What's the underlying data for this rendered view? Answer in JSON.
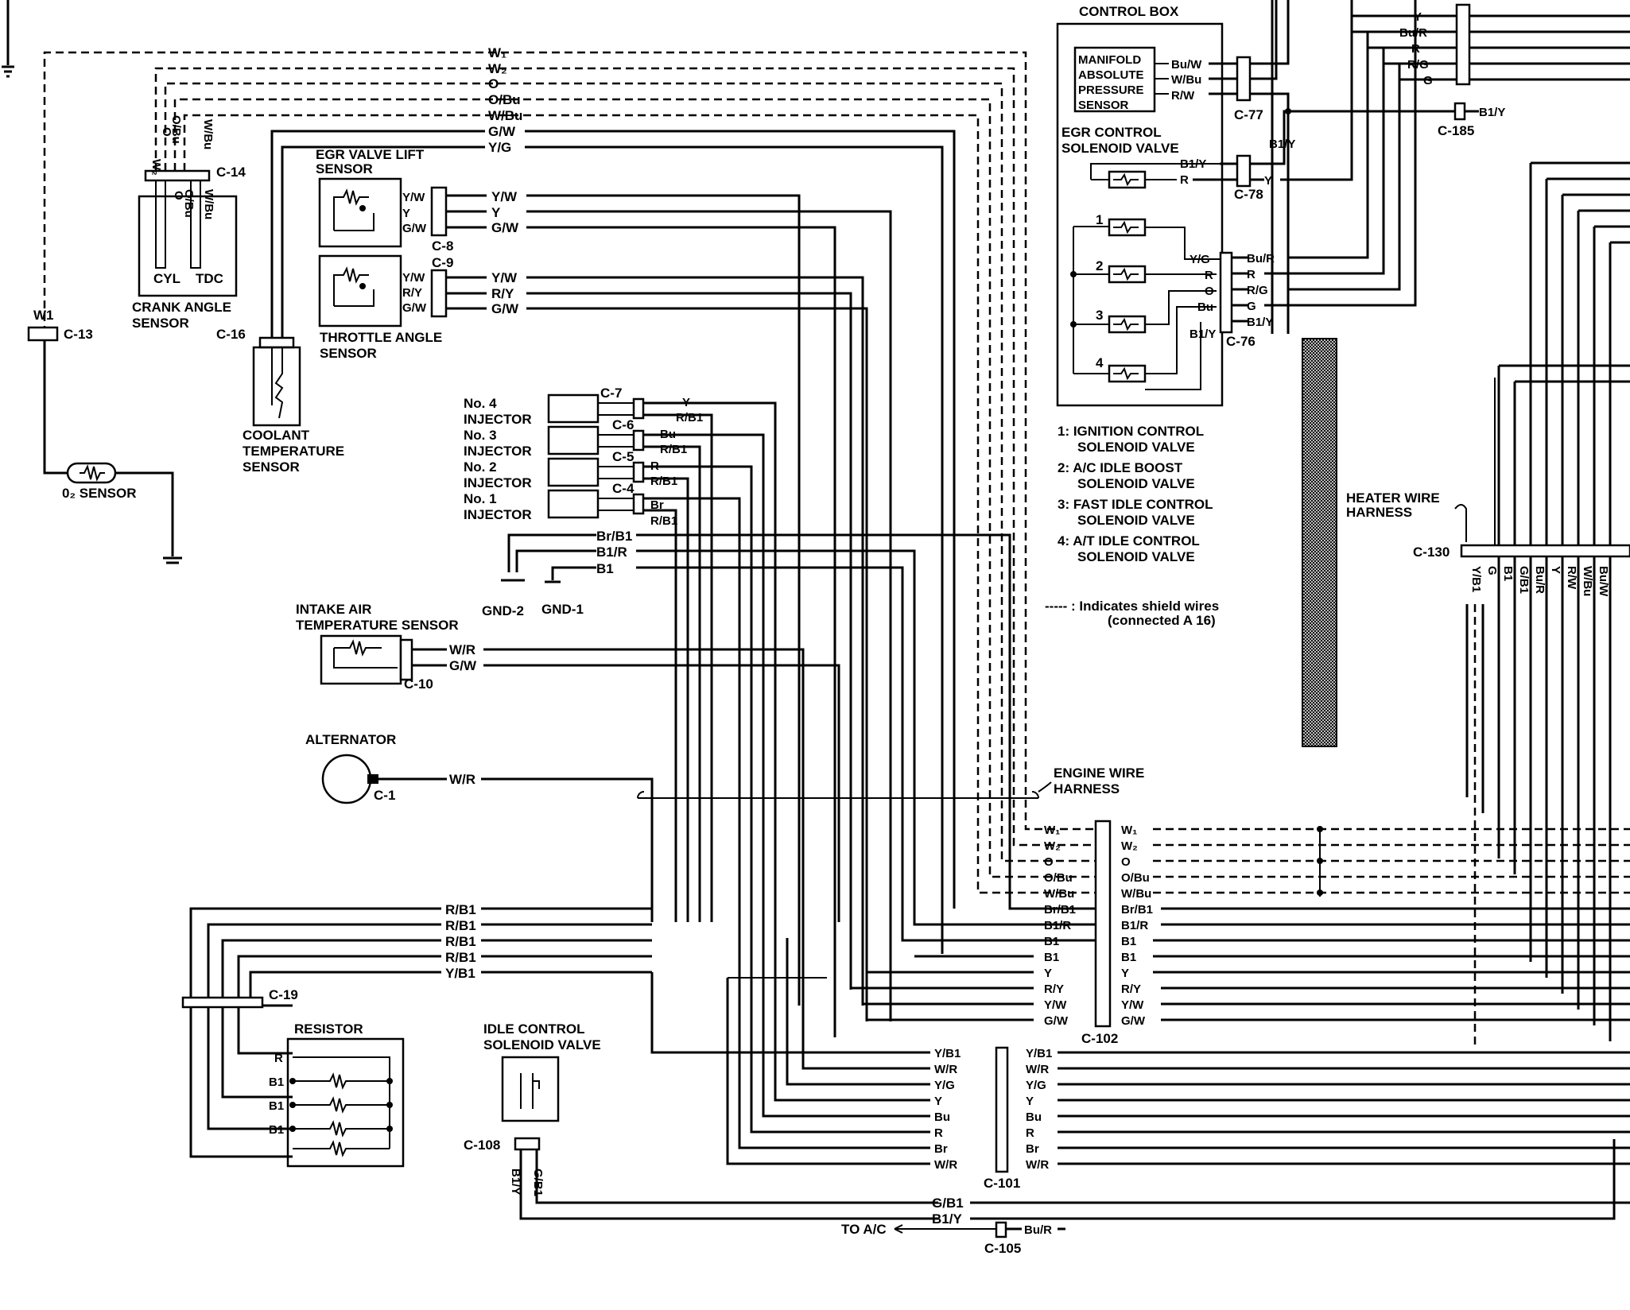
{
  "title": "CONTROL BOX",
  "components": {
    "map_sensor": [
      "MANIFOLD",
      "ABSOLUTE",
      "PRESSURE",
      "SENSOR"
    ],
    "egr_control": [
      "EGR CONTROL",
      "SOLENOID VALVE"
    ],
    "egr_lift": [
      "EGR VALVE LIFT",
      "SENSOR"
    ],
    "crank_angle": [
      "CRANK ANGLE",
      "SENSOR"
    ],
    "cyl": "CYL",
    "tdc": "TDC",
    "throttle": [
      "THROTTLE ANGLE",
      "SENSOR"
    ],
    "coolant": [
      "COOLANT",
      "TEMPERATURE",
      "SENSOR"
    ],
    "o2": "0₂ SENSOR",
    "injectors": [
      [
        "No. 4",
        "INJECTOR"
      ],
      [
        "No. 3",
        "INJECTOR"
      ],
      [
        "No. 2",
        "INJECTOR"
      ],
      [
        "No. 1",
        "INJECTOR"
      ]
    ],
    "gnd2": "GND-2",
    "gnd1": "GND-1",
    "intake_air": [
      "INTAKE AIR",
      "TEMPERATURE SENSOR"
    ],
    "alternator": "ALTERNATOR",
    "engine_harness": [
      "ENGINE WIRE",
      "HARNESS"
    ],
    "heater_harness": [
      "HEATER WIRE",
      "HARNESS"
    ],
    "resistor": "RESISTOR",
    "idle_control": [
      "IDLE CONTROL",
      "SOLENOID VALVE"
    ],
    "to_ac": "TO A/C"
  },
  "legend": [
    [
      "1:  IGNITION CONTROL",
      "SOLENOID VALVE"
    ],
    [
      "2:  A/C IDLE BOOST",
      "SOLENOID VALVE"
    ],
    [
      "3:  FAST IDLE CONTROL",
      "SOLENOID VALVE"
    ],
    [
      "4:  A/T IDLE CONTROL",
      "SOLENOID VALVE"
    ]
  ],
  "shield_note": [
    "----- : Indicates shield wires",
    "(connected  A 16)"
  ],
  "solenoid_numbers": [
    "1",
    "2",
    "3",
    "4"
  ],
  "connectors": {
    "c13": "C-13",
    "c14": "C-14",
    "c16": "C-16",
    "c8": "C-8",
    "c9": "C-9",
    "c7": "C-7",
    "c6": "C-6",
    "c5": "C-5",
    "c4": "C-4",
    "c10": "C-10",
    "c1": "C-1",
    "c19": "C-19",
    "c108": "C-108",
    "c101": "C-101",
    "c102": "C-102",
    "c105": "C-105",
    "c77": "C-77",
    "c78": "C-78",
    "c76": "C-76",
    "c185": "C-185",
    "c130": "C-130"
  },
  "wires": {
    "top_bundle": [
      "W₁",
      "W₂",
      "O",
      "O/Bu",
      "W/Bu",
      "G/W",
      "Y/G"
    ],
    "c14_pins": [
      "W₂",
      "O",
      "O/Bu",
      "W/Bu"
    ],
    "c14_lower": [
      "W",
      "O",
      "O/Bu",
      "W/Bu"
    ],
    "w1": "W1",
    "egr_lift_pins": [
      "Y/W",
      "Y",
      "G/W"
    ],
    "throttle_pins": [
      "Y/W",
      "R/Y",
      "G/W"
    ],
    "inj_pins": [
      [
        "Y",
        "R/B1"
      ],
      [
        "Bu",
        "R/B1"
      ],
      [
        "R",
        "R/B1"
      ],
      [
        "Br",
        "R/B1"
      ]
    ],
    "gnd_wires": [
      "Br/B1",
      "B1/R",
      "B1"
    ],
    "intake_pins": [
      "W/R",
      "G/W"
    ],
    "alt_wire": "W/R",
    "c19_wires": [
      "R/B1",
      "R/B1",
      "R/B1",
      "R/B1",
      "Y/B1"
    ],
    "resistor_pins": [
      "R",
      "B1",
      "B1",
      "B1"
    ],
    "c102_left": [
      "W₁",
      "W₂",
      "O",
      "O/Bu",
      "W/Bu",
      "Br/B1",
      "B1/R",
      "B1",
      "B1",
      "Y",
      "R/Y",
      "Y/W",
      "G/W"
    ],
    "c102_right": [
      "W₁",
      "W₂",
      "O",
      "O/Bu",
      "W/Bu",
      "Br/B1",
      "B1/R",
      "B1",
      "B1",
      "Y",
      "R/Y",
      "Y/W",
      "G/W"
    ],
    "c101_left": [
      "Y/B1",
      "W/R",
      "Y/G",
      "Y",
      "Bu",
      "R",
      "Br",
      "W/R"
    ],
    "c101_right": [
      "Y/B1",
      "W/R",
      "Y/G",
      "Y",
      "Bu",
      "R",
      "Br",
      "W/R"
    ],
    "idle_pins": [
      "B1/Y",
      "G/B1"
    ],
    "idle_wires": [
      "G/B1",
      "B1/Y"
    ],
    "c105_wire": "Bu/R",
    "map_pins": [
      "Bu/W",
      "W/Bu",
      "R/W"
    ],
    "egr_ctrl_pins": [
      "B1/Y",
      "R"
    ],
    "c78_right": "Y",
    "b1y_mid": "B1/Y",
    "c185_wire": "B1/Y",
    "c76_left": [
      "Y/G",
      "R",
      "O",
      "Bu",
      "B1/Y"
    ],
    "c76_right": [
      "Bu/R",
      "R",
      "R/G",
      "G",
      "B1/Y"
    ],
    "top_right": [
      "Y",
      "Bu/R",
      "R",
      "R/G",
      "G"
    ],
    "c130_pins": [
      "Y/B1",
      "G",
      "B1",
      "G/B1",
      "Bu/R",
      "Y",
      "R/W",
      "W/Bu",
      "Bu/W"
    ]
  }
}
